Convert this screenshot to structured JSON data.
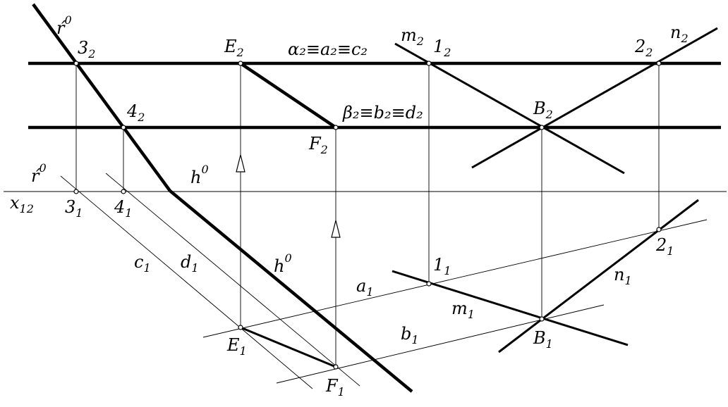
{
  "labels": {
    "r2": {
      "base": "ŕ",
      "sup": "0"
    },
    "p32": {
      "base": "3",
      "sub": "2"
    },
    "E2": {
      "base": "E",
      "sub": "2"
    },
    "alpha2": {
      "text": "α₂≡a₂≡c₂"
    },
    "m2": {
      "base": "m",
      "sub": "2"
    },
    "p12": {
      "base": "1",
      "sub": "2"
    },
    "p22": {
      "base": "2",
      "sub": "2"
    },
    "n2": {
      "base": "n",
      "sub": "2"
    },
    "p42": {
      "base": "4",
      "sub": "2"
    },
    "beta2": {
      "text": "β₂≡b₂≡d₂"
    },
    "B2": {
      "base": "B",
      "sub": "2"
    },
    "F2": {
      "base": "F",
      "sub": "2"
    },
    "r1": {
      "base": "ŕ",
      "sup": "0"
    },
    "h2": {
      "base": "h",
      "sup": "0"
    },
    "x12": {
      "base": "x",
      "sub": "12"
    },
    "p31": {
      "base": "3",
      "sub": "1"
    },
    "p41": {
      "base": "4",
      "sub": "1"
    },
    "c1": {
      "base": "c",
      "sub": "1"
    },
    "d1": {
      "base": "d",
      "sub": "1"
    },
    "h1": {
      "base": "h",
      "sup": "0"
    },
    "p11": {
      "base": "1",
      "sub": "1"
    },
    "p21": {
      "base": "2",
      "sub": "1"
    },
    "a1": {
      "base": "a",
      "sub": "1"
    },
    "n1": {
      "base": "n",
      "sub": "1"
    },
    "m1": {
      "base": "m",
      "sub": "1"
    },
    "b1": {
      "base": "b",
      "sub": "1"
    },
    "E1": {
      "base": "E",
      "sub": "1"
    },
    "B1": {
      "base": "B",
      "sub": "1"
    },
    "F1": {
      "base": "F",
      "sub": "1"
    }
  }
}
